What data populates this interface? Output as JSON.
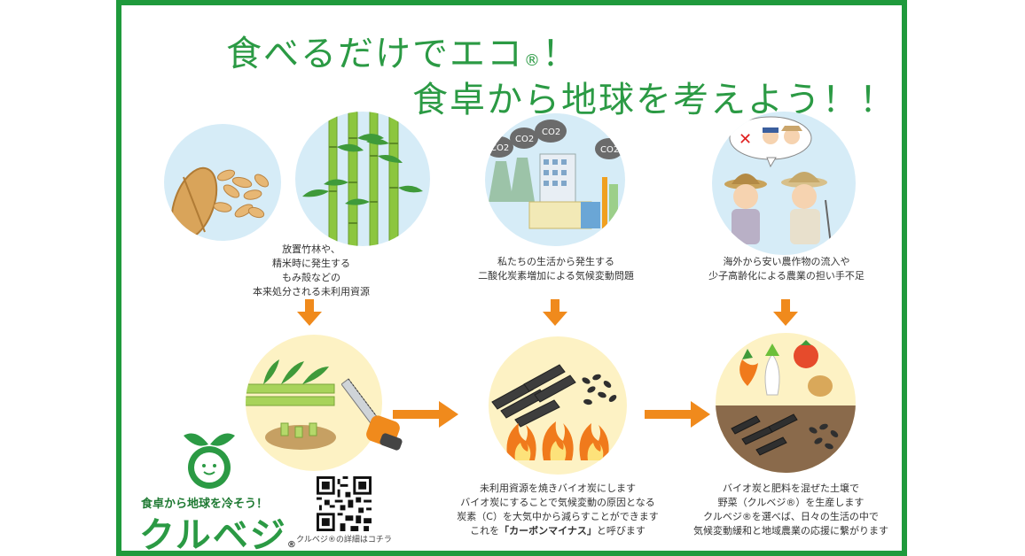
{
  "title": {
    "line1": "食べるだけでエコ",
    "line1_mark": "®",
    "line1_end": "！",
    "line2": "食卓から地球を考えよう！！"
  },
  "captions": {
    "resources": [
      "放置竹林や、",
      "精米時に発生する",
      "もみ殻などの",
      "本来処分される未利用資源"
    ],
    "co2": [
      "私たちの生活から発生する",
      "二酸化炭素増加による気候変動問題"
    ],
    "farm": [
      "海外から安い農作物の流入や",
      "少子高齢化による農業の担い手不足"
    ],
    "biochar": [
      "未利用資源を焼きバイオ炭にします",
      "バイオ炭にすることで気候変動の原因となる",
      "炭素（C）を大気中から減らすことができます"
    ],
    "biochar_last_prefix": "これを",
    "biochar_last_bold": "「カーボンマイナス」",
    "biochar_last_suffix": "と呼びます",
    "vegetables": [
      "バイオ炭と肥料を混ぜた土壌で",
      "野菜（クルベジ®）を生産します",
      "クルベジ®を選べば、日々の生活の中で",
      "気候変動緩和と地域農業の応援に繋がります"
    ]
  },
  "co2_labels": [
    "CO2",
    "CO2",
    "CO2",
    "CO2"
  ],
  "logo": {
    "tagline": "食卓から地球を冷そう！",
    "brand": "クルベジ",
    "mark": "®"
  },
  "qr": {
    "caption": "クルベジ®の詳細はコチラ"
  },
  "colors": {
    "green": "#2b9a44",
    "orange": "#f08a1c",
    "circle_blue": "#d6ecf7",
    "circle_cream": "#fdf2c4"
  }
}
